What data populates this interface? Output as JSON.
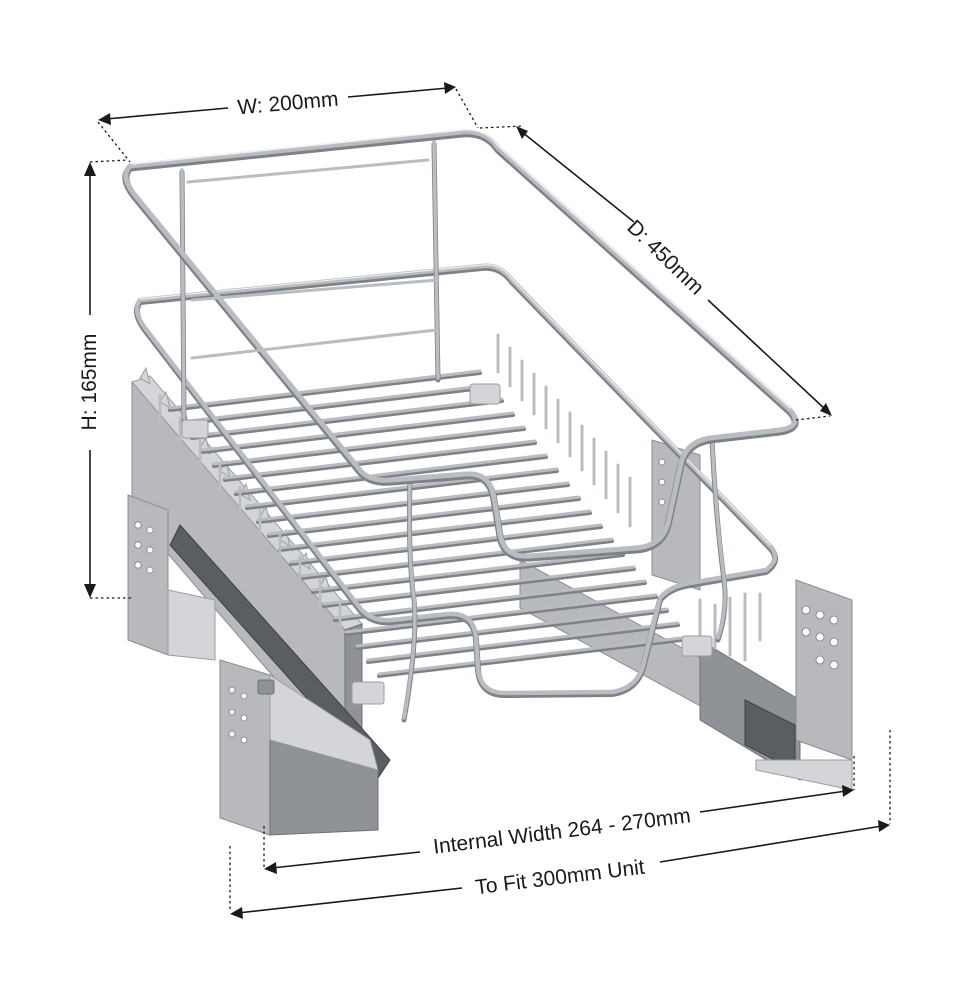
{
  "dimensions": {
    "width_label": "W: 200mm",
    "depth_label": "D: 450mm",
    "height_label": "H: 165mm",
    "internal_width_label": "Internal Width 264 - 270mm",
    "fit_unit_label": "To Fit 300mm Unit"
  },
  "product": {
    "illustration": "pull-out-wire-basket-icon"
  },
  "colors": {
    "chrome": "#b9bcc0",
    "steel": "#b7b9bc",
    "dimension_lines": "#1a1a1a"
  }
}
